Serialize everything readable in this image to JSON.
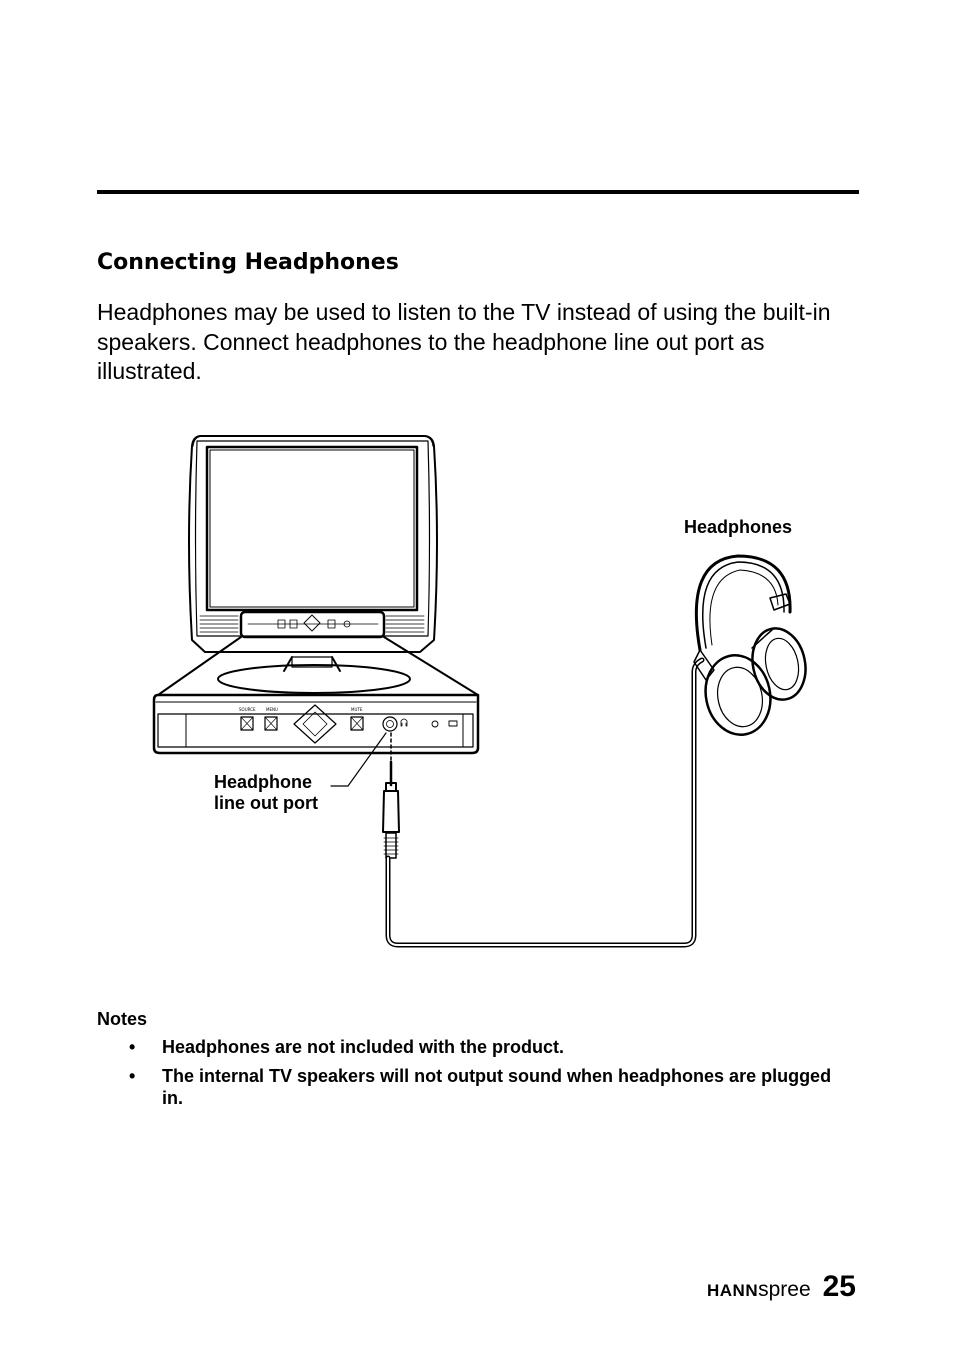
{
  "section": {
    "title": "Connecting Headphones",
    "intro": "Headphones may be used to listen to the TV instead of using the built-in speakers. Connect headphones to the headphone line out port as illustrated."
  },
  "figure": {
    "label_headphones": "Headphones",
    "label_port": "Headphone\nline out port",
    "panel_labels": {
      "source": "SOURCE",
      "menu": "MENU",
      "mute": "MUTE"
    }
  },
  "notes": {
    "title": "Notes",
    "bullet": "•",
    "items": [
      "Headphones are not included with the product.",
      "The internal TV speakers will not output sound when headphones are plugged in."
    ]
  },
  "footer": {
    "brand_bold": "HANN",
    "brand_light": "spree",
    "page_number": "25"
  }
}
